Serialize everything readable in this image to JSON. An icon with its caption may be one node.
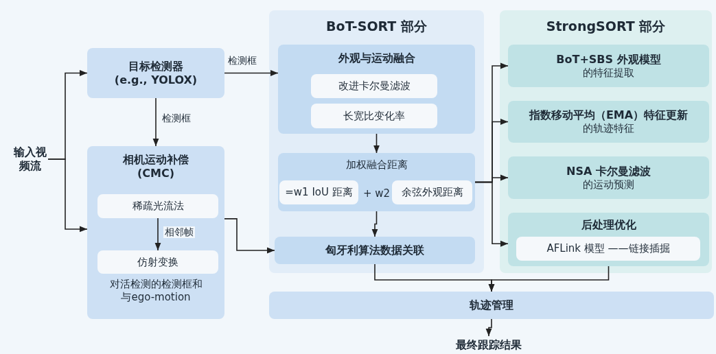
{
  "diagram": {
    "nodes": [
      {
        "text": [
          "输入视频流"
        ]
      },
      {
        "text": [
          "目标检测器 (e.g., YOLOX)"
        ]
      },
      {
        "text": [
          "相机运动补偿 (CMC)",
          "对活检测的检测框和与ego-motion"
        ]
      },
      {
        "text": [
          "稀疏光流法"
        ],
        "in": 2
      },
      {
        "text": [
          "仿射变换"
        ],
        "in": 2
      },
      {
        "text": [
          "BoT-SORT 部分"
        ]
      },
      {
        "text": [
          "外观与运动融合"
        ],
        "in": 5
      },
      {
        "text": [
          "改进卡尔曼滤波"
        ],
        "in": 6
      },
      {
        "text": [
          "长宽比变化率"
        ],
        "in": 6
      },
      {
        "text": [
          "加权融合距离",
          "+ w2"
        ],
        "in": 5
      },
      {
        "text": [
          "=w1 IoU 距离"
        ],
        "in": 9
      },
      {
        "text": [
          "余弦外观距离"
        ],
        "in": 9
      },
      {
        "text": [
          "匈牙利算法数据关联"
        ],
        "in": 5
      },
      {
        "text": [
          "StrongSORT 部分"
        ]
      },
      {
        "text": [
          "BoT+SBS 外观模型",
          "的特征提取"
        ],
        "in": 13
      },
      {
        "text": [
          "指数移动平均（EMA）特征更新",
          "的轨迹特征"
        ],
        "in": 13
      },
      {
        "text": [
          "NSA 卡尔曼滤波",
          "的运动预测"
        ],
        "in": 13
      },
      {
        "text": [
          "后处理优化"
        ],
        "in": 13
      },
      {
        "text": [
          "AFLink 模型 ——链接插掘"
        ],
        "in": 17
      },
      {
        "text": [
          "轨迹管理"
        ]
      },
      {
        "text": [
          "最终跟踪结果"
        ]
      }
    ],
    "edges": [
      {
        "from": 0,
        "to": 1,
        "arrow": "to"
      },
      {
        "from": 0,
        "to": 2,
        "arrow": "to"
      },
      {
        "from": 1,
        "to": 2,
        "arrow": "to",
        "label": "检测框"
      },
      {
        "from": 1,
        "to": 6,
        "arrow": "to",
        "label": "检测框"
      },
      {
        "from": 2,
        "to": 12,
        "arrow": "to"
      },
      {
        "from": 3,
        "to": 4,
        "arrow": "to",
        "label": "相邻帧"
      },
      {
        "from": 6,
        "to": 9,
        "arrow": "to"
      },
      {
        "from": 9,
        "to": 12,
        "arrow": "to"
      },
      {
        "from": 9,
        "to": 14,
        "arrow": "to"
      },
      {
        "from": 9,
        "to": 15,
        "arrow": "to"
      },
      {
        "from": 9,
        "to": 16,
        "arrow": "to"
      },
      {
        "from": 9,
        "to": 17,
        "arrow": "to"
      },
      {
        "from": 12,
        "to": 19,
        "arrow": "to"
      },
      {
        "from": 17,
        "to": 19,
        "arrow": "to"
      },
      {
        "from": 19,
        "to": 20,
        "arrow": "to"
      }
    ]
  }
}
